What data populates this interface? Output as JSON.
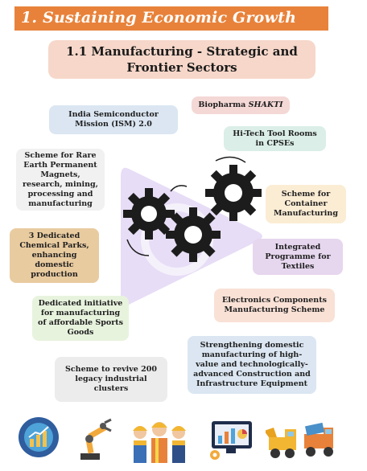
{
  "header": {
    "title": "1. Sustaining Economic Growth"
  },
  "subtitle": {
    "line1": "1.1 Manufacturing - Strategic and",
    "line2": "Frontier Sectors"
  },
  "boxes": {
    "ism": "India Semiconductor Mission (ISM) 2.0",
    "biopharma_prefix": "Biopharma ",
    "biopharma_italic": "SHAKTI",
    "tool_rooms": "Hi-Tech Tool Rooms in CPSEs",
    "rare_earth": "Scheme for Rare Earth Permanent Magnets, research, mining, processing and manufacturing",
    "container": "Scheme for Container Manufacturing",
    "chemical_parks": "3 Dedicated Chemical Parks, enhancing domestic production",
    "textiles": "Integrated Programme for Textiles",
    "electronics": "Electronics Components Manufacturing Scheme",
    "sports": "Dedicated initiative for manufacturing of affordable Sports Goods",
    "legacy_clusters": "Scheme to revive 200 legacy industrial clusters",
    "construction": "Strengthening domestic manufacturing of high-value and technologically-advanced Construction and Infrastructure Equipment"
  },
  "icons": [
    "growth-chart-icon",
    "robotic-arm-icon",
    "workers-icon",
    "analytics-dashboard-icon",
    "construction-vehicles-icon"
  ],
  "colors": {
    "header": "#e8823a",
    "subtitle_bg": "#f6d7c9",
    "gear": "#1c1c1c",
    "watermark": "#c9b3ea"
  }
}
